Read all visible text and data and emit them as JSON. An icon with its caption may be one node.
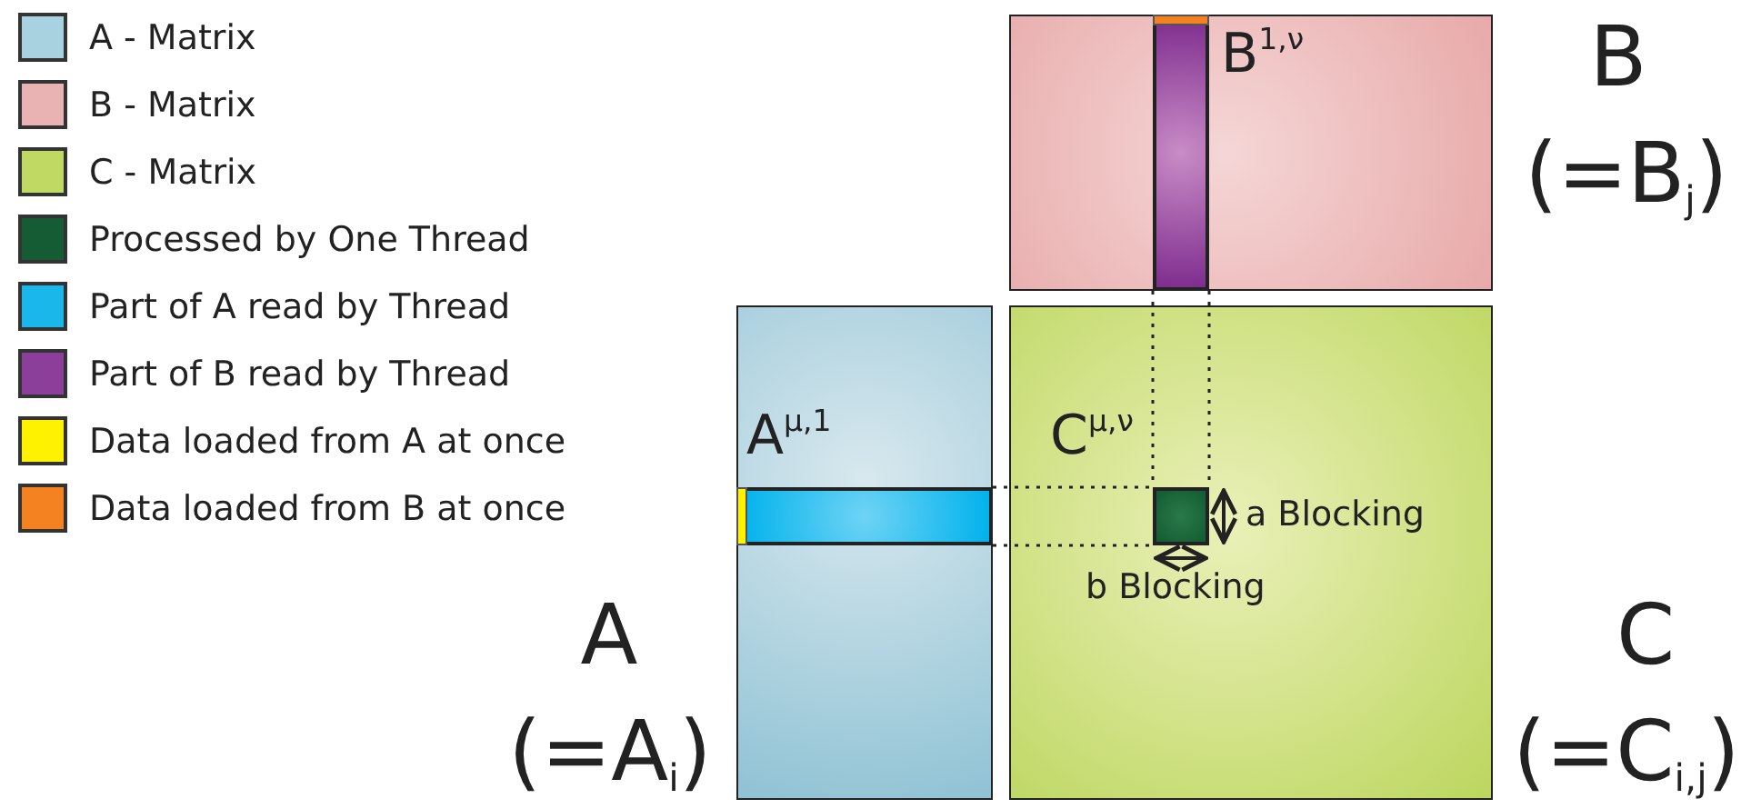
{
  "diagram": {
    "nodes": [
      {
        "text": [],
        "shape": "box",
        "beside": [
          "B",
          "(=B$_{j}$)"
        ]
      },
      {
        "text": [
          "B$^{1,ν}$"
        ],
        "in": 0
      },
      {
        "text": [],
        "shape": "bar",
        "in": 1
      },
      {
        "text": [],
        "shape": "box",
        "beside": [
          "A",
          "(=A$_{i}$)"
        ]
      },
      {
        "text": [
          "A$^{μ,1}$"
        ],
        "in": 3
      },
      {
        "text": [],
        "shape": "bar",
        "in": 4
      },
      {
        "text": [],
        "shape": "box",
        "beside": [
          "C",
          "(=C$_{i,j}$)"
        ]
      },
      {
        "text": [
          "C$^{μ,ν}$"
        ],
        "in": 6
      }
    ],
    "edges": [
      {
        "from": 1,
        "to": 7,
        "arrow": "none",
        "style": "dashed"
      },
      {
        "from": 4,
        "to": 7,
        "arrow": "none",
        "style": "dashed"
      }
    ],
    "labels": [
      "a Blocking",
      "b Blocking"
    ],
    "legend": [
      {
        "text": "A - Matrix",
        "color": "#a9d2e0"
      },
      {
        "text": "B - Matrix",
        "color": "#eab3b3"
      },
      {
        "text": "C - Matrix",
        "color": "#bfd962"
      },
      {
        "text": "Processed by One Thread",
        "color": "#155c35"
      },
      {
        "text": "Part of A read by Thread",
        "color": "#1ab8ea"
      },
      {
        "text": "Part of B read by Thread",
        "color": "#8b3f9a"
      },
      {
        "text": "Data loaded from A at once",
        "color": "#fff200"
      },
      {
        "text": "Data loaded from B at once",
        "color": "#f58220"
      }
    ]
  }
}
